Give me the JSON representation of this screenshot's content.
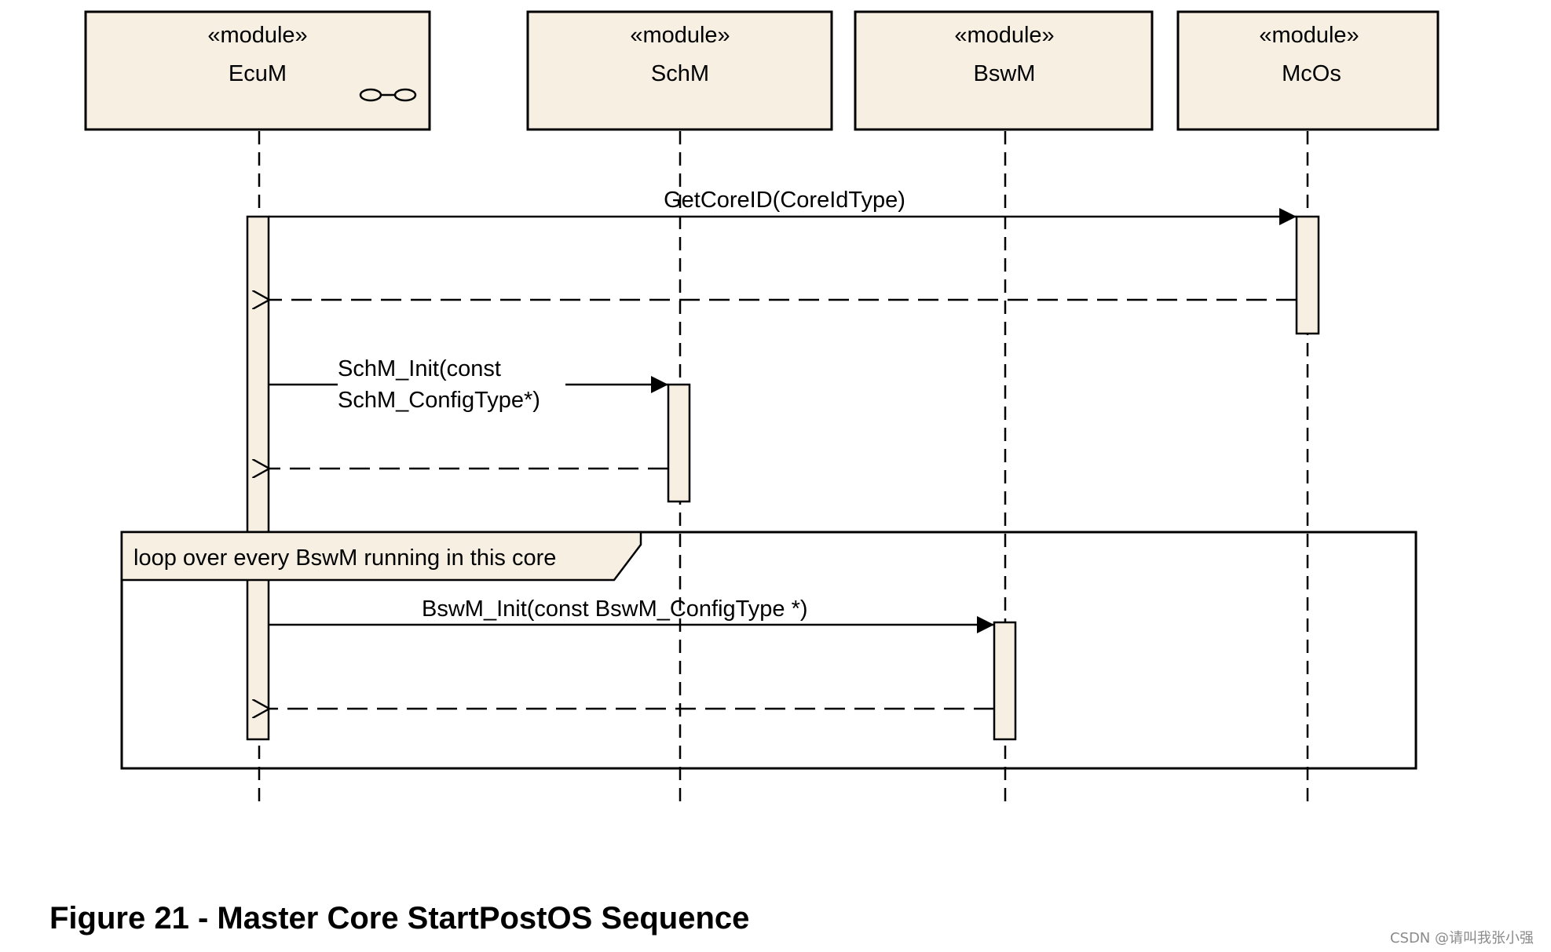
{
  "participants": [
    {
      "stereotype": "«module»",
      "name": "EcuM"
    },
    {
      "stereotype": "«module»",
      "name": "SchM"
    },
    {
      "stereotype": "«module»",
      "name": "BswM"
    },
    {
      "stereotype": "«module»",
      "name": "McOs"
    }
  ],
  "messages": {
    "get_core_id": "GetCoreID(CoreIdType)",
    "schm_init_line1": "SchM_Init(const",
    "schm_init_line2": "SchM_ConfigType*)",
    "bswm_init": "BswM_Init(const BswM_ConfigType *)"
  },
  "loop_fragment": {
    "label": "loop over every BswM running in this core"
  },
  "caption": "Figure 21 - Master Core StartPostOS Sequence",
  "watermark": "CSDN @请叫我张小强",
  "colors": {
    "box_fill": "#f7efe2",
    "line": "#000000"
  }
}
